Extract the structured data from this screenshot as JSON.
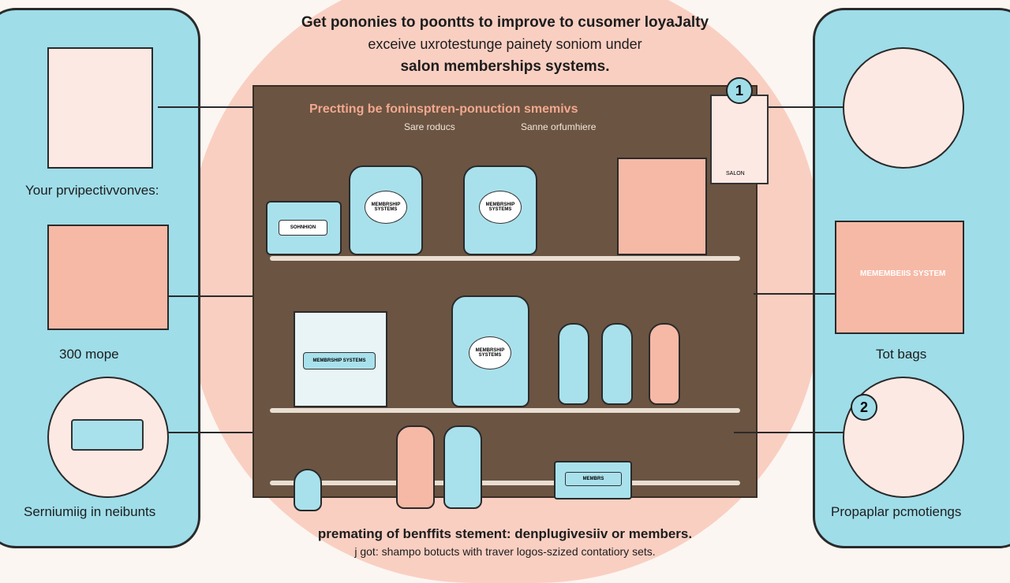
{
  "header": {
    "line1": "Get pononies to poontts to improve to  cusomer loyaJalty",
    "line2": "exceive uxrotestunge painety soniom under",
    "line3": "salon memberships systems."
  },
  "board": {
    "heading": "Prectting be foninsptren-ponuction smemivs",
    "sub_left": "Sare roducs",
    "sub_right": "Sanne orfumhiere",
    "labels": [
      "SOHNHION",
      "MEMBRSHIP SYSTEMS",
      "MEMBRSHIP SYSTEMS",
      "MEMBRSHIP SYSTEMS",
      "MEMBRSHIP SYSTEMS",
      "MEMBRS"
    ]
  },
  "left": {
    "label1": "Your prvipectivvonves:",
    "label2": "300 mope",
    "label3": "Serniumiig in neibunts"
  },
  "right": {
    "badge1": "1",
    "badge2": "2",
    "tag": "MEMEMBEIIS SYSTEM",
    "label1": "Tot bags",
    "label2": "Propaplar pcmotiengs",
    "card": "SALON"
  },
  "footer": {
    "line1": "premating of benffits stement: denplugivesiiv or members.",
    "line2": "j got: shampo botucts with traver logos-szized contatiory sets."
  }
}
